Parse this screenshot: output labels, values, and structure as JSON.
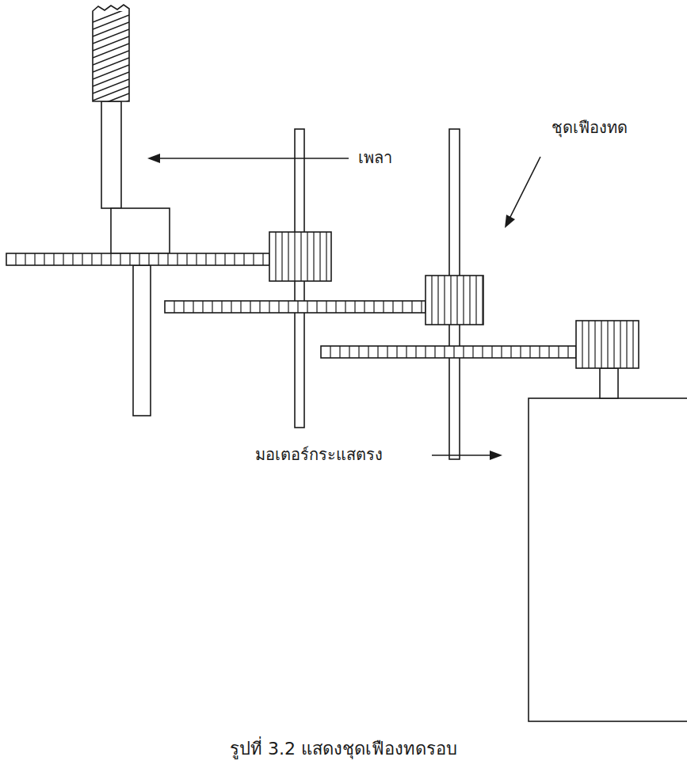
{
  "diagram": {
    "caption": "รูปที่ 3.2 แสดงชุดเฟืองทดรอบ",
    "labels": [
      "เพลา",
      "ชุดเฟืองทด",
      "มอเตอร์กระแสตรง"
    ]
  }
}
